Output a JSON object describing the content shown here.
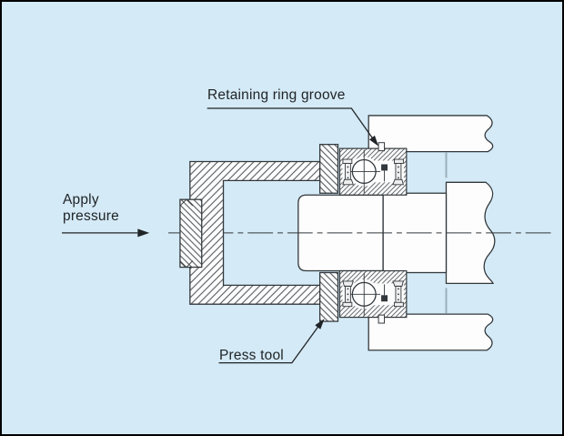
{
  "diagram": {
    "type": "technical-cross-section",
    "title": "Pressing a bearing into a housing / onto a shaft with a press tool",
    "labels": {
      "apply_pressure": "Apply\npressure",
      "retaining_ring_groove": "Retaining ring groove",
      "press_tool": "Press tool"
    },
    "colors": {
      "background": "#d4eaf6",
      "line": "#32383c",
      "hatch": "#4a5054",
      "part_fill": "#fdfdfd",
      "hidden_edge_gray": "#9ab0bb",
      "text": "#202427",
      "border": "#000000"
    }
  }
}
